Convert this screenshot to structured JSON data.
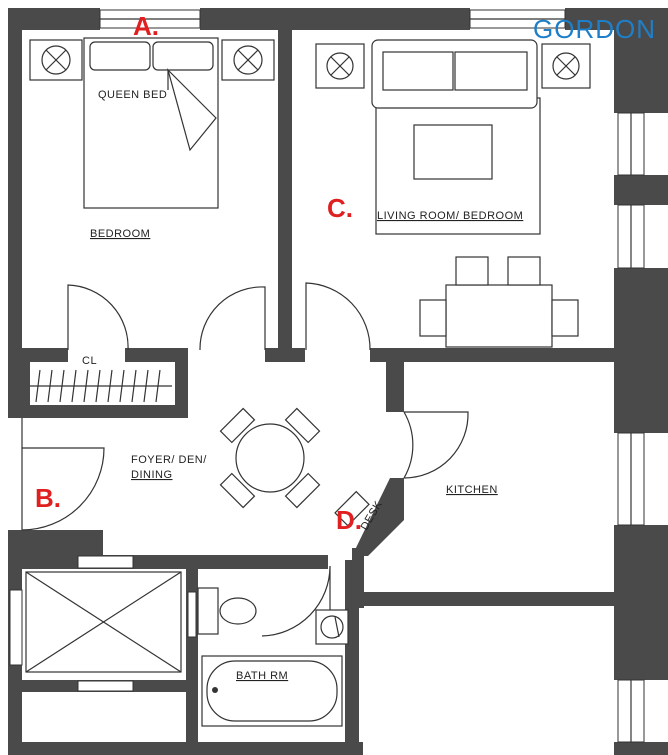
{
  "brand": "GORDON",
  "markers": {
    "a": "A.",
    "b": "B.",
    "c": "C.",
    "d": "D."
  },
  "rooms": {
    "bedroom": "BEDROOM",
    "queen_bed": "QUEEN BED",
    "closet": "CL",
    "living": "LIVING ROOM/ BEDROOM",
    "foyer_line1": "FOYER/ DEN/",
    "foyer_line2": "DINING",
    "kitchen": "KITCHEN",
    "bath": "BATH RM",
    "desk": "DESK"
  },
  "colors": {
    "wall": "#4a4a4a",
    "marker": "#e02020",
    "brand": "#1e7fc8"
  }
}
